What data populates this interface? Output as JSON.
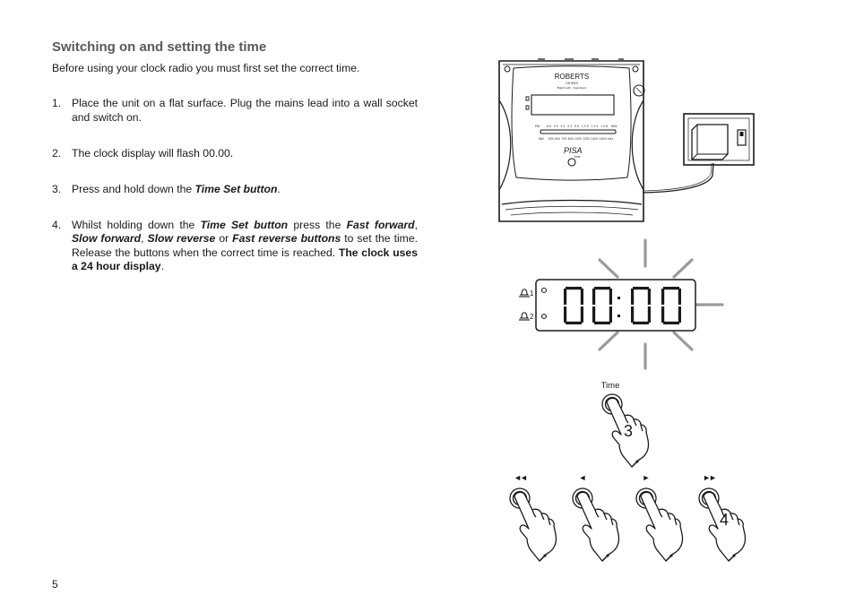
{
  "heading": "Switching on and setting the time",
  "intro": "Before using your clock radio you must first set the correct time.",
  "steps": [
    {
      "num": "1.",
      "parts": [
        {
          "t": "Place the unit on a flat surface. Plug the mains lead into a wall socket and switch on."
        }
      ]
    },
    {
      "num": "2.",
      "parts": [
        {
          "t": "The clock display will flash 00.00."
        }
      ]
    },
    {
      "num": "3.",
      "parts": [
        {
          "t": "Press and hold down the "
        },
        {
          "t": "Time Set button",
          "s": "bi"
        },
        {
          "t": "."
        }
      ]
    },
    {
      "num": "4.",
      "parts": [
        {
          "t": "Whilst holding down the "
        },
        {
          "t": "Time Set button",
          "s": "bi"
        },
        {
          "t": " press the "
        },
        {
          "t": "Fast forward",
          "s": "bi"
        },
        {
          "t": ", "
        },
        {
          "t": "Slow forward",
          "s": "bi"
        },
        {
          "t": ", "
        },
        {
          "t": "Slow reverse",
          "s": "bi"
        },
        {
          "t": " or "
        },
        {
          "t": "Fast reverse buttons",
          "s": "bi"
        },
        {
          "t": " to set the time. Release the buttons when the correct time is reached. "
        },
        {
          "t": "The clock uses a 24 hour display",
          "s": "b"
        },
        {
          "t": "."
        }
      ]
    }
  ],
  "page_number": "5",
  "radio": {
    "brand": "ROBERTS",
    "model": "CR 9923",
    "tagline": "Bright Light · Dual Alarm",
    "band_fm": "FM",
    "band_mw": "MW",
    "fm_scale": "88 90 92 94 96 100 104 108",
    "mw_scale": "530 600 700 800 1000 1200 1400 1600 kHz",
    "unit_mhz": "MHz",
    "name": "PISA",
    "name_sub": "time"
  },
  "display": {
    "time": "00:00",
    "alarm1": "1",
    "alarm2": "2"
  },
  "time_button_label": "Time",
  "callouts": {
    "time_button": "3",
    "fast_forward": "4"
  },
  "buttons": [
    {
      "glyph": "◄◄",
      "name": "fast-reverse"
    },
    {
      "glyph": "◄",
      "name": "slow-reverse"
    },
    {
      "glyph": "►",
      "name": "slow-forward"
    },
    {
      "glyph": "►►",
      "name": "fast-forward"
    }
  ],
  "colors": {
    "ink": "#1a1a1a",
    "heading": "#595959",
    "flash": "#9a9a9a"
  }
}
